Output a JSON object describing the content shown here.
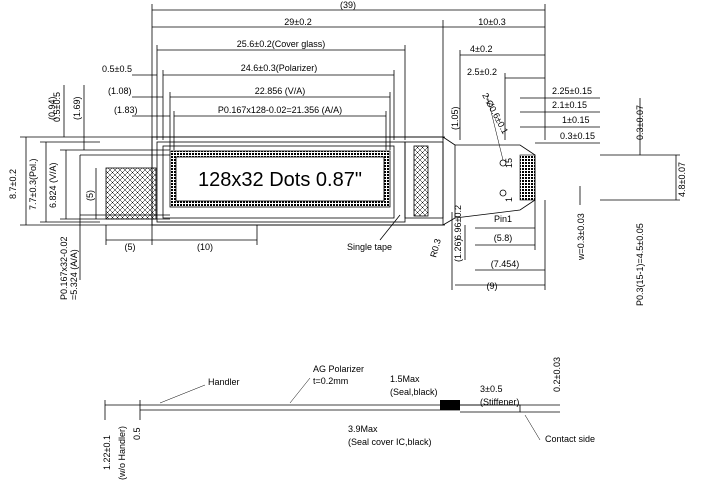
{
  "display_text": "128x32 Dots 0.87\"",
  "top_dims": {
    "overall": "(39)",
    "outline": "29±0.2",
    "tail": "10±0.3",
    "cover_glass": "25.6±0.2(Cover glass)",
    "polarizer": "24.6±0.3(Polarizer)",
    "va": "22.856 (V/A)",
    "aa": "P0.167x128-0.02=21.356 (A/A)",
    "offset_05": "0.5±0.5",
    "offset_108": "(1.08)",
    "offset_183": "(1.83)",
    "fpc_4": "4±0.2",
    "fpc_25": "2.5±0.2",
    "fpc_225": "2.25±0.15",
    "fpc_21": "2.1±0.15",
    "fpc_1": "1±0.15",
    "fpc_03": "0.3±0.15",
    "tail_105": "(1.05)",
    "r_pitch": "2-Ø0.6±0.1"
  },
  "left_dims": {
    "h87": "8.7±0.2",
    "h77": "7.7±0.3(Pol.)",
    "h6824": "6.824 (V/A)",
    "h5": "(5)",
    "t094": "(0.94)",
    "t169": "(1.69)",
    "aa_v1": "P0.167x32-0.02",
    "aa_v2": "=5.324 (A/A)"
  },
  "bottom_dims": {
    "b5": "(5)",
    "b10": "(10)",
    "single_tape": "Single tape",
    "r03": "R0.3",
    "b696": "6.96±0.2",
    "b126": "(1.26)",
    "b58": "(5.8)",
    "b7454": "(7.454)",
    "b9": "(9)"
  },
  "right_dims": {
    "r03": "0.3±0.07",
    "r48": "4.8±0.07",
    "w": "w=0.3±0.03",
    "pitch": "P0.3(15-1)=4.5±0.05",
    "pin1": "Pin1",
    "pin15": "15",
    "pin1b": "1"
  },
  "side_view": {
    "handler": "Handler",
    "ag_pol": "AG Polarizer",
    "t02": "t=0.2mm",
    "seal_max": "1.5Max",
    "seal_black": "(Seal,black)",
    "stiff_dim": "3±0.5",
    "stiffener": "(Stiffener)",
    "thick": "0.2±0.03",
    "seal_cover_max": "3.9Max",
    "seal_cover": "(Seal cover IC,black)",
    "contact": "Contact side",
    "h122": "1.22±0.1",
    "wo": "(w/o Handler)",
    "h05": "0.5"
  }
}
